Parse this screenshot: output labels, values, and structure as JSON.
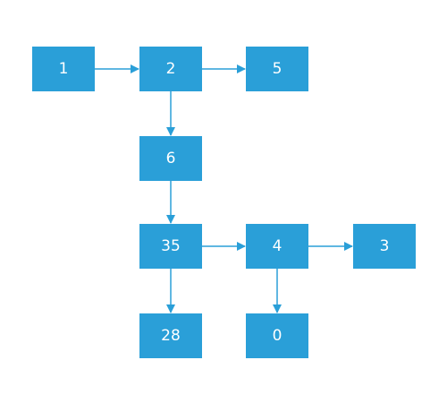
{
  "colors": {
    "node_fill": "#2a9fd8",
    "edge_stroke": "#2a9fd8",
    "node_text": "#ffffff",
    "background": "#ffffff"
  },
  "nodes": [
    {
      "id": "n1",
      "label": "1"
    },
    {
      "id": "n2",
      "label": "2"
    },
    {
      "id": "n5",
      "label": "5"
    },
    {
      "id": "n6",
      "label": "6"
    },
    {
      "id": "n35",
      "label": "35"
    },
    {
      "id": "n4",
      "label": "4"
    },
    {
      "id": "n3",
      "label": "3"
    },
    {
      "id": "n28",
      "label": "28"
    },
    {
      "id": "n0",
      "label": "0"
    }
  ],
  "edges": [
    {
      "from": "n1",
      "to": "n2"
    },
    {
      "from": "n2",
      "to": "n5"
    },
    {
      "from": "n2",
      "to": "n6"
    },
    {
      "from": "n6",
      "to": "n35"
    },
    {
      "from": "n35",
      "to": "n4"
    },
    {
      "from": "n4",
      "to": "n3"
    },
    {
      "from": "n35",
      "to": "n28"
    },
    {
      "from": "n4",
      "to": "n0"
    }
  ]
}
